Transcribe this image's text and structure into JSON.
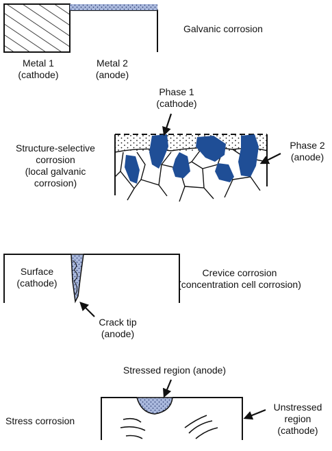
{
  "galvanic": {
    "metal1": [
      "Metal 1",
      "(cathode)"
    ],
    "metal2": [
      "Metal 2",
      "(anode)"
    ],
    "title": "Galvanic corrosion"
  },
  "structure": {
    "title": [
      "Structure-selective",
      "corrosion",
      "(local galvanic",
      "corrosion)"
    ],
    "phase1": [
      "Phase 1",
      "(cathode)"
    ],
    "phase2": [
      "Phase 2",
      "(anode)"
    ]
  },
  "crevice": {
    "surface": [
      "Surface",
      "(cathode)"
    ],
    "title": [
      "Crevice corrosion",
      "(concentration cell corrosion)"
    ],
    "crack": [
      "Crack tip",
      "(anode)"
    ]
  },
  "stress": {
    "stressed": "Stressed region (anode)",
    "title": "Stress corrosion",
    "unstressed": [
      "Unstressed",
      "region",
      "(cathode)"
    ]
  },
  "colors": {
    "phase_blue": "#1f4e96",
    "dot_fill": "#a9b8dc",
    "ink": "#111111"
  }
}
